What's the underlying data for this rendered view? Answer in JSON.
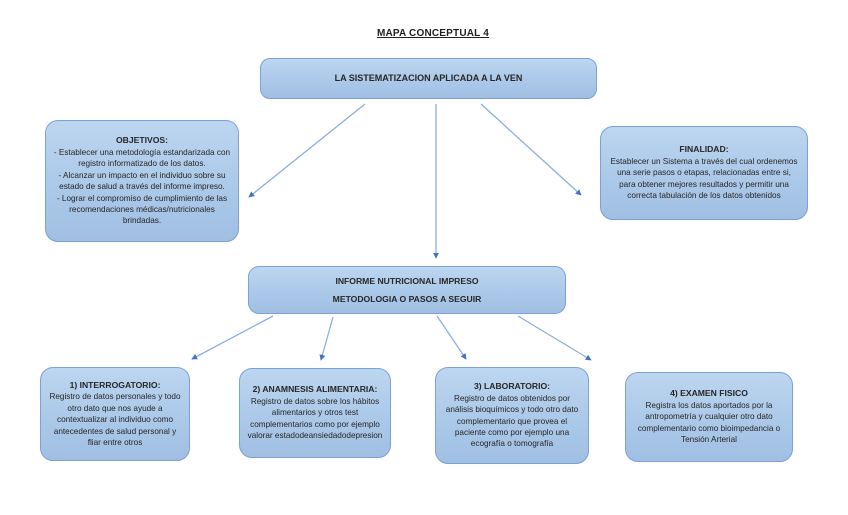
{
  "page": {
    "title": "MAPA CONCEPTUAL 4"
  },
  "colors": {
    "box_fill_top": "#bdd6f0",
    "box_fill_bottom": "#a0bfe3",
    "box_border": "#7aa2d3",
    "arrow_line": "#8cafdf",
    "arrow_head": "#4472c4",
    "text": "#262626",
    "background": "#ffffff"
  },
  "nodes": {
    "root": {
      "title": "LA SISTEMATIZACION APLICADA A LA VEN"
    },
    "objetivos": {
      "title": "OBJETIVOS:",
      "items": [
        "- Establecer una metodología estandarizada con registro informatizado de los datos.",
        "- Alcanzar un impacto en el individuo sobre su estado de salud a través del informe impreso.",
        "- Lograr el compromiso de cumplimiento de las recomendaciones médicas/nutricionales brindadas."
      ]
    },
    "finalidad": {
      "title": "FINALIDAD:",
      "body": "Establecer un Sistema a través del cual ordenemos una serie pasos o etapas, relacionadas entre si, para obtener mejores resultados y permitir una correcta tabulación de los datos obtenidos"
    },
    "metodologia": {
      "line1": "INFORME NUTRICIONAL IMPRESO",
      "line2": "METODOLOGIA O PASOS A SEGUIR"
    },
    "steps": [
      {
        "title": "1) INTERROGATORIO:",
        "body": "Registro de datos personales y todo otro dato que nos ayude a contextualizar al individuo como antecedentes de salud personal y fliar entre otros"
      },
      {
        "title": "2) ANAMNESIS ALIMENTARIA:",
        "body": "Registro de datos sobre los hábitos alimentarios y otros test complementarios como por ejemplo valorar estadodeansiedadodepresion"
      },
      {
        "title": "3) LABORATORIO:",
        "body": "Registro de datos obtenidos por análisis bioquímicos y todo otro dato complementario que provea el paciente como por ejemplo una ecografía o tomografía"
      },
      {
        "title": "4) EXAMEN FISICO",
        "body": "Registra los datos aportados por la antropometría y cualquier otro dato complementario como bioimpedancia o Tensión Arterial"
      }
    ]
  }
}
